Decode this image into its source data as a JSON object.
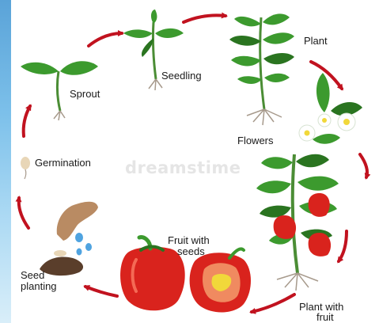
{
  "labels": {
    "sprout": "Sprout",
    "seedling": "Seedling",
    "plant": "Plant",
    "flowers": "Flowers",
    "germination": "Germination",
    "fruit_with_seeds_line1": "Fruit with",
    "fruit_with_seeds_line2": "seeds",
    "seed_planting_line1": "Seed",
    "seed_planting_line2": "planting",
    "plant_with_fruit_line1": "Plant with",
    "plant_with_fruit_line2": "fruit"
  },
  "watermark": "dreamstime",
  "colors": {
    "arrow": "#c1121f",
    "leaf": "#3c9a2e",
    "leaf_dark": "#2a7420",
    "pepper": "#d9231d",
    "pepper_highlight": "#f46a55",
    "stem": "#4b8d35",
    "root": "#a79a8c",
    "flower_petal": "#ffffff",
    "flower_center": "#f1d83a",
    "soil": "#5a3e2b",
    "hand": "#b98b63",
    "water": "#4fa3e0",
    "seed": "#e8d6b7",
    "side_strip": "#7cc0ea"
  }
}
